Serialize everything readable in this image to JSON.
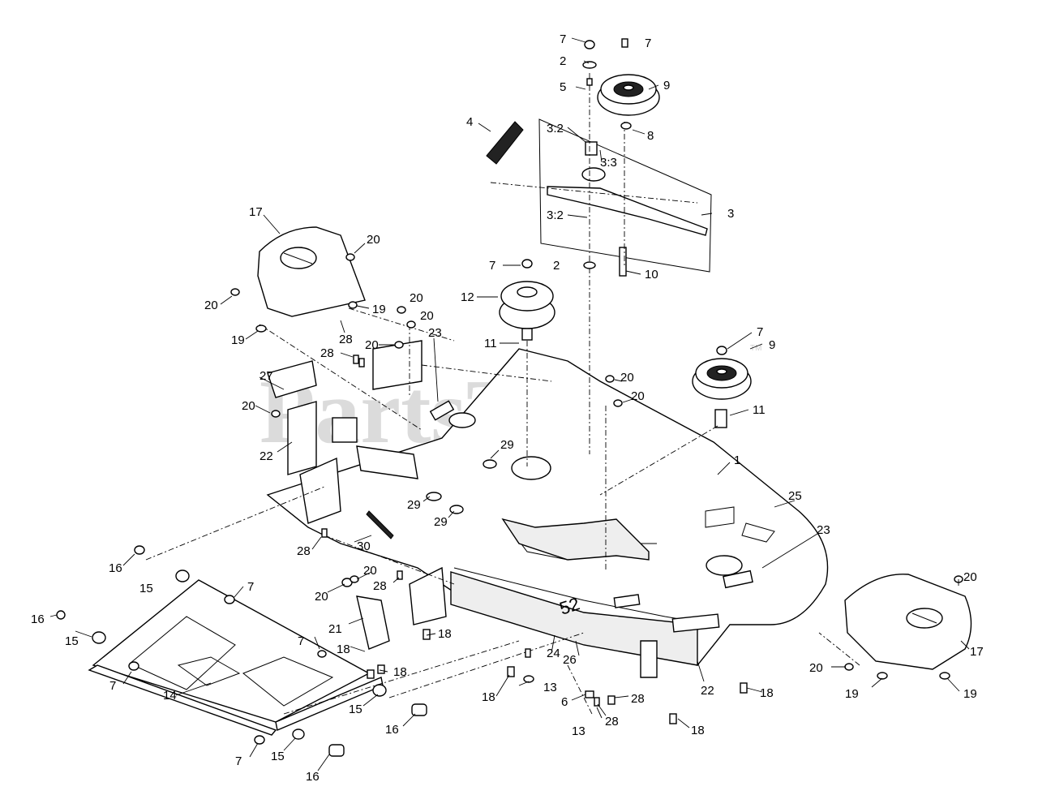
{
  "watermark": {
    "text": "PartsTree",
    "trademark": "TM"
  },
  "callouts": [
    {
      "id": "c7a",
      "text": "7"
    },
    {
      "id": "c7b",
      "text": "7"
    },
    {
      "id": "c2a",
      "text": "2"
    },
    {
      "id": "c9a",
      "text": "9"
    },
    {
      "id": "c5",
      "text": "5"
    },
    {
      "id": "c4",
      "text": "4"
    },
    {
      "id": "c32a",
      "text": "3:2"
    },
    {
      "id": "c8",
      "text": "8"
    },
    {
      "id": "c33",
      "text": "3:3"
    },
    {
      "id": "c32b",
      "text": "3:2"
    },
    {
      "id": "c3",
      "text": "3"
    },
    {
      "id": "c17a",
      "text": "17"
    },
    {
      "id": "c20a",
      "text": "20"
    },
    {
      "id": "c7c",
      "text": "7"
    },
    {
      "id": "c2b",
      "text": "2"
    },
    {
      "id": "c10",
      "text": "10"
    },
    {
      "id": "c20b",
      "text": "20"
    },
    {
      "id": "c19a",
      "text": "19"
    },
    {
      "id": "c12",
      "text": "12"
    },
    {
      "id": "c20c",
      "text": "20"
    },
    {
      "id": "c20d",
      "text": "20"
    },
    {
      "id": "c19b",
      "text": "19"
    },
    {
      "id": "c28a",
      "text": "28"
    },
    {
      "id": "c20e",
      "text": "20"
    },
    {
      "id": "c23a",
      "text": "23"
    },
    {
      "id": "c11a",
      "text": "11"
    },
    {
      "id": "c7d",
      "text": "7"
    },
    {
      "id": "c28b",
      "text": "28"
    },
    {
      "id": "c9b",
      "text": "9"
    },
    {
      "id": "c27",
      "text": "27"
    },
    {
      "id": "c20f",
      "text": "20"
    },
    {
      "id": "c20g",
      "text": "20"
    },
    {
      "id": "c20h",
      "text": "20"
    },
    {
      "id": "c11b",
      "text": "11"
    },
    {
      "id": "c22a",
      "text": "22"
    },
    {
      "id": "c29a",
      "text": "29"
    },
    {
      "id": "c1",
      "text": "1"
    },
    {
      "id": "c25",
      "text": "25"
    },
    {
      "id": "c29b",
      "text": "29"
    },
    {
      "id": "c29c",
      "text": "29"
    },
    {
      "id": "c23b",
      "text": "23"
    },
    {
      "id": "c28c",
      "text": "28"
    },
    {
      "id": "c30",
      "text": "30"
    },
    {
      "id": "c16a",
      "text": "16"
    },
    {
      "id": "c20i",
      "text": "20"
    },
    {
      "id": "c15a",
      "text": "15"
    },
    {
      "id": "c7e",
      "text": "7"
    },
    {
      "id": "c28d",
      "text": "28"
    },
    {
      "id": "c20j",
      "text": "20"
    },
    {
      "id": "c16b",
      "text": "16"
    },
    {
      "id": "c20k",
      "text": "20"
    },
    {
      "id": "c15b",
      "text": "15"
    },
    {
      "id": "c21",
      "text": "21"
    },
    {
      "id": "c18a",
      "text": "18"
    },
    {
      "id": "c7f",
      "text": "7"
    },
    {
      "id": "c18b",
      "text": "18"
    },
    {
      "id": "c18c",
      "text": "18"
    },
    {
      "id": "c24",
      "text": "24"
    },
    {
      "id": "c26",
      "text": "26"
    },
    {
      "id": "c17b",
      "text": "17"
    },
    {
      "id": "c7g",
      "text": "7"
    },
    {
      "id": "c20l",
      "text": "20"
    },
    {
      "id": "c14",
      "text": "14"
    },
    {
      "id": "c18d",
      "text": "18"
    },
    {
      "id": "c13a",
      "text": "13"
    },
    {
      "id": "c6",
      "text": "6"
    },
    {
      "id": "c28e",
      "text": "28"
    },
    {
      "id": "c22b",
      "text": "22"
    },
    {
      "id": "c18e",
      "text": "18"
    },
    {
      "id": "c19c",
      "text": "19"
    },
    {
      "id": "c19d",
      "text": "19"
    },
    {
      "id": "c15c",
      "text": "15"
    },
    {
      "id": "c16c",
      "text": "16"
    },
    {
      "id": "c28f",
      "text": "28"
    },
    {
      "id": "c13b",
      "text": "13"
    },
    {
      "id": "c18f",
      "text": "18"
    },
    {
      "id": "c7h",
      "text": "7"
    },
    {
      "id": "c15d",
      "text": "15"
    },
    {
      "id": "c16d",
      "text": "16"
    }
  ]
}
